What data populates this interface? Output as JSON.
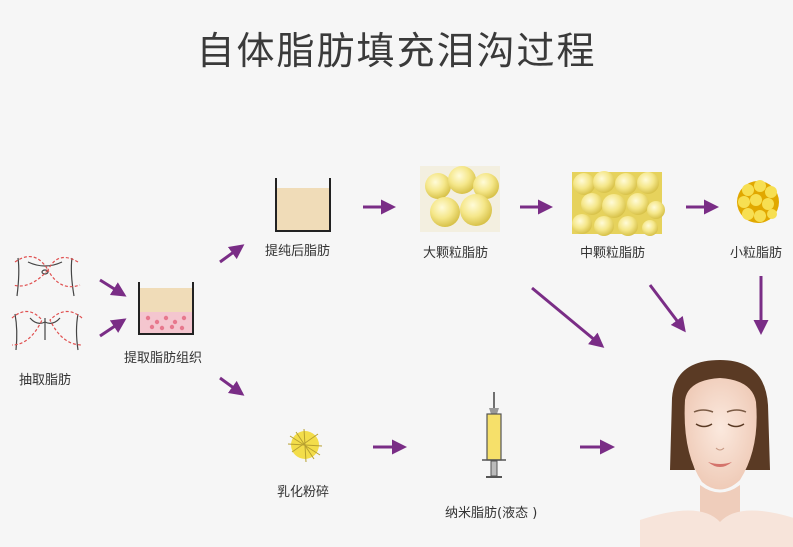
{
  "title": "自体脂肪填充泪沟过程",
  "labels": {
    "liposuction": "抽取脂肪",
    "extract": "提取脂肪组织",
    "purified": "提纯后脂肪",
    "large": "大颗粒脂肪",
    "medium": "中颗粒脂肪",
    "small": "小粒脂肪",
    "emulsify": "乳化粉碎",
    "nano": "纳米脂肪(液态 )"
  },
  "colors": {
    "arrow": "#7a2d86",
    "fat": "#f0dcb8",
    "fat_dots": "#e88fa0",
    "yellow": "#f3dd4a",
    "text": "#333333"
  }
}
